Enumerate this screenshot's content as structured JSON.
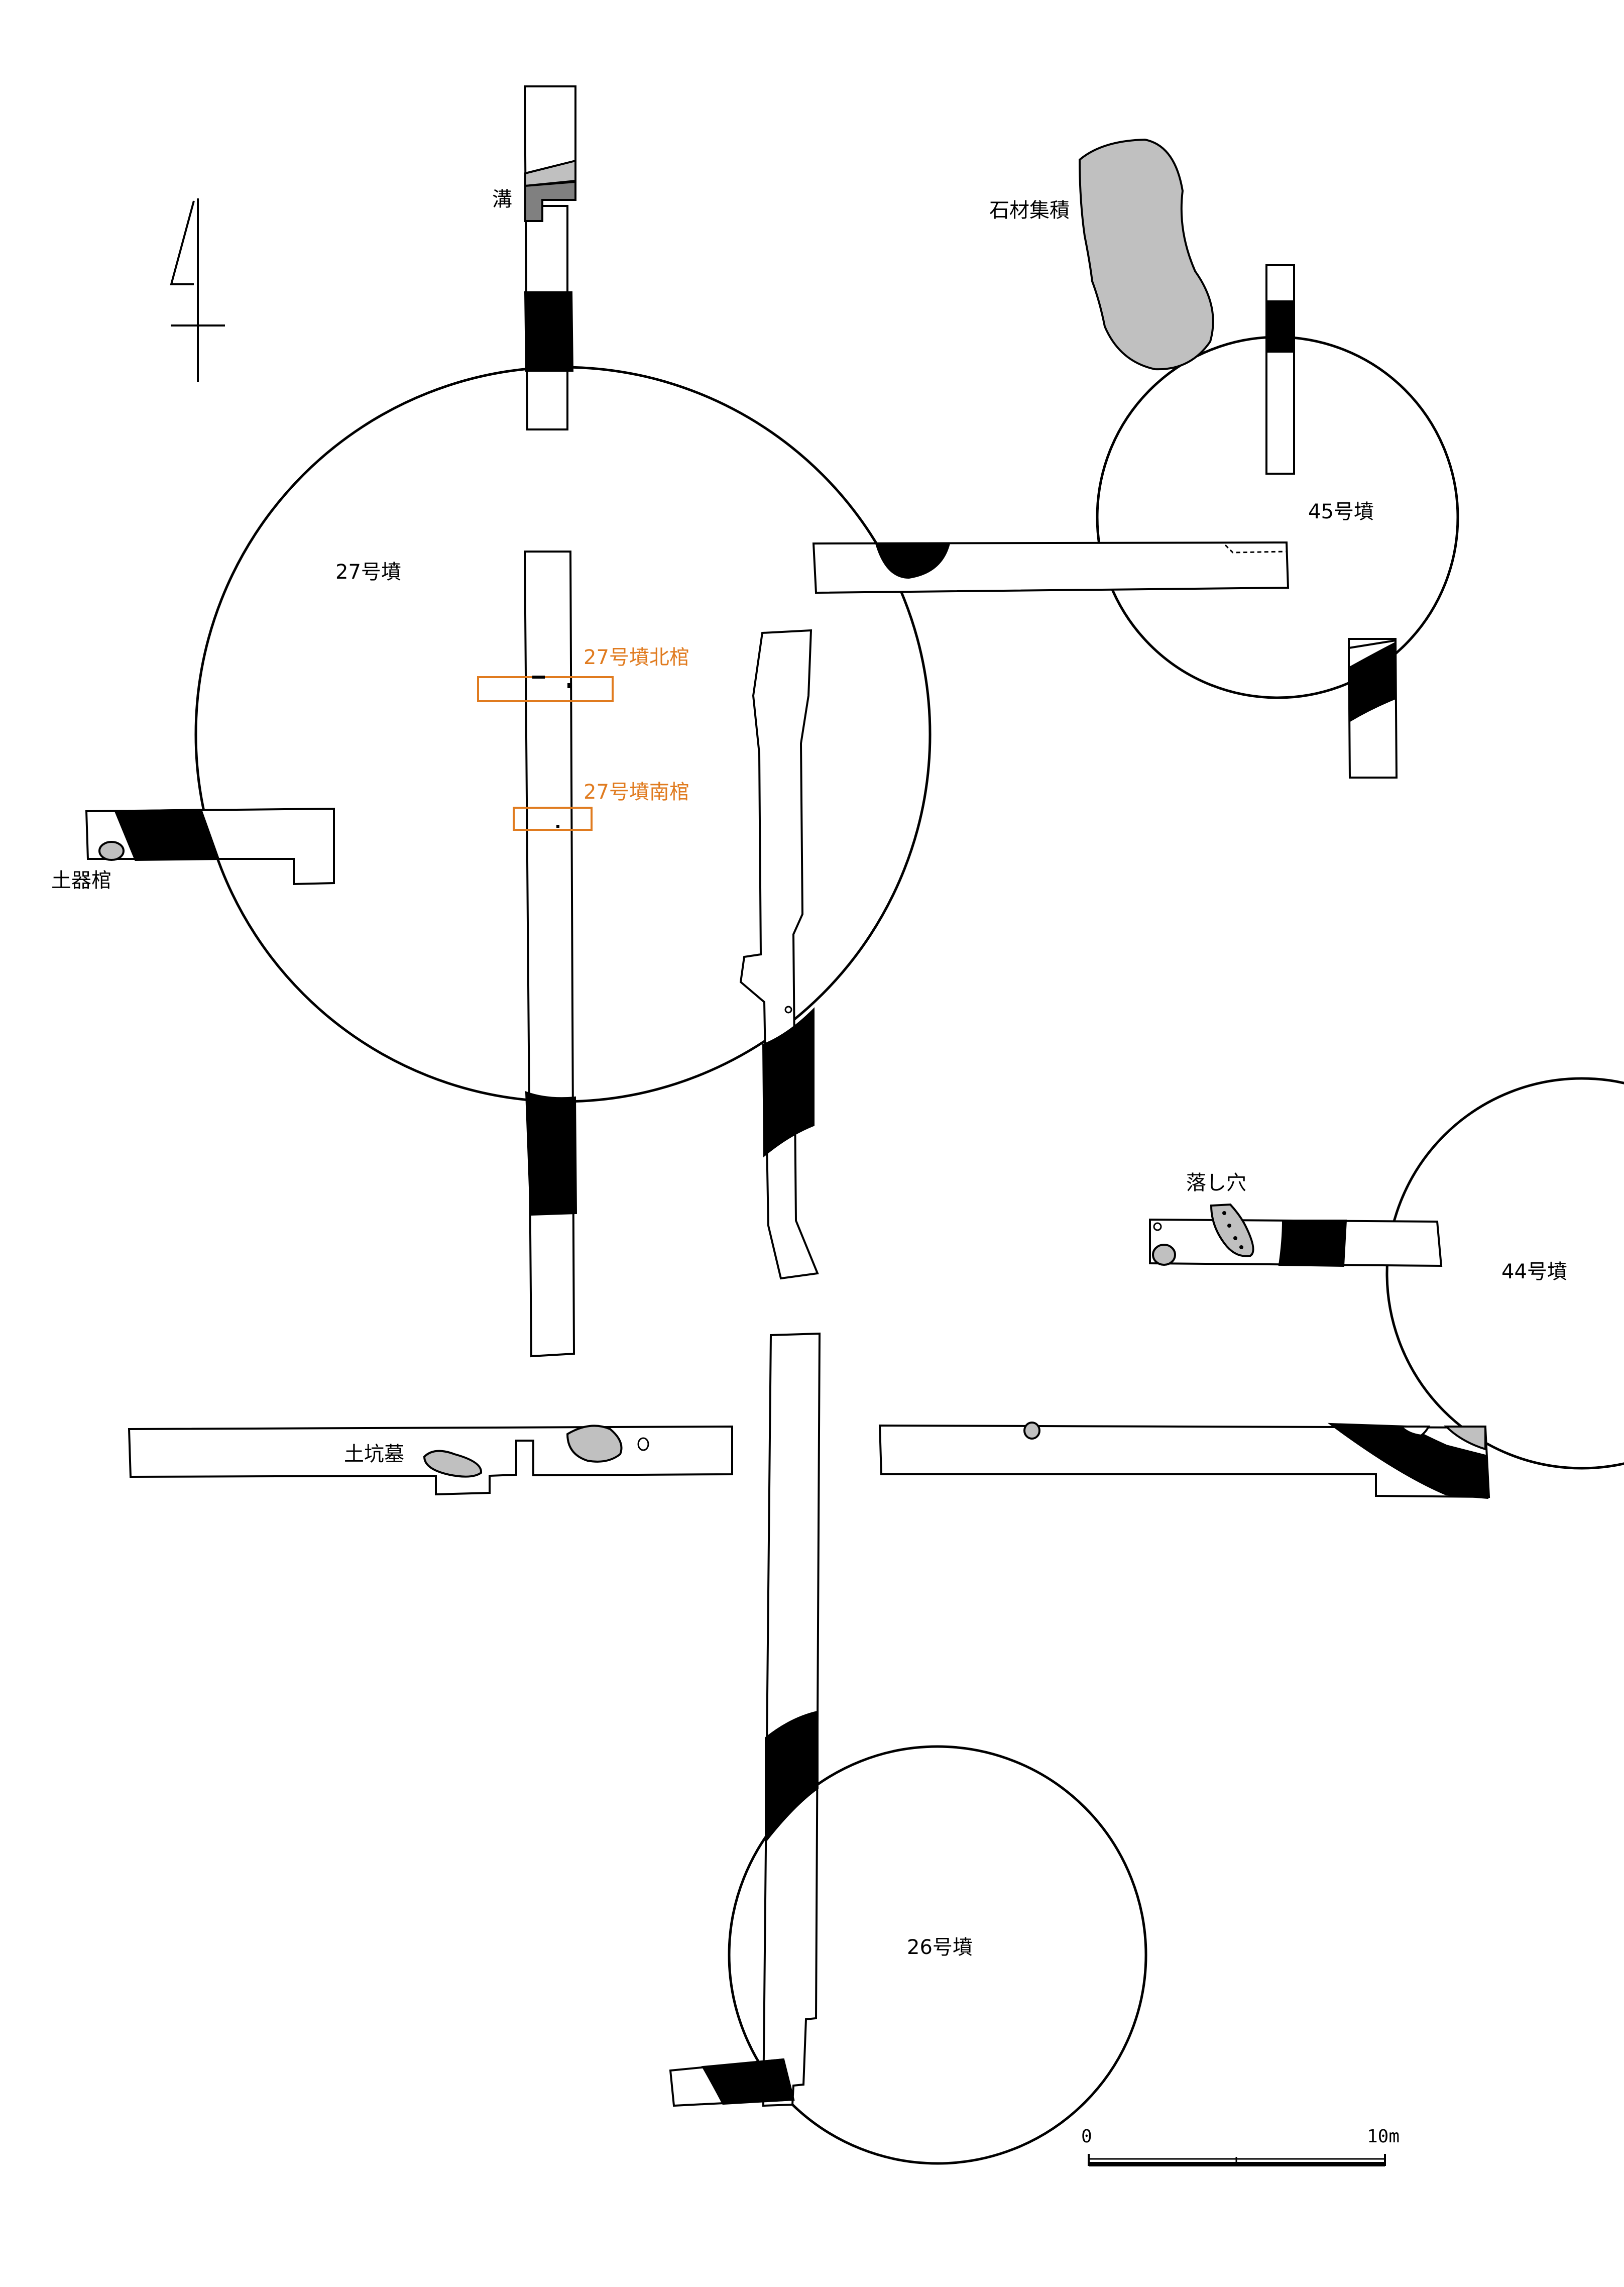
{
  "labels": {
    "mound27": "27号墳",
    "mound45": "45号墳",
    "mound44": "44号墳",
    "mound26": "26号墳",
    "north_coffin": "27号墳北棺",
    "south_coffin": "27号墳南棺",
    "pottery_coffin": "土器棺",
    "ditch": "溝",
    "stone_pile": "石材集積",
    "pit_trap": "落し穴",
    "pit_grave": "土坑墓"
  },
  "scale_bar": {
    "start": "0",
    "end": "10m"
  },
  "colors": {
    "line": "#000000",
    "fill_dark": "#000000",
    "fill_gray": "#c0c0c0",
    "fill_midgray": "#808080",
    "highlight": "#e07b1f",
    "background": "#ffffff"
  },
  "icons": {
    "north_arrow": "north-arrow-icon"
  }
}
